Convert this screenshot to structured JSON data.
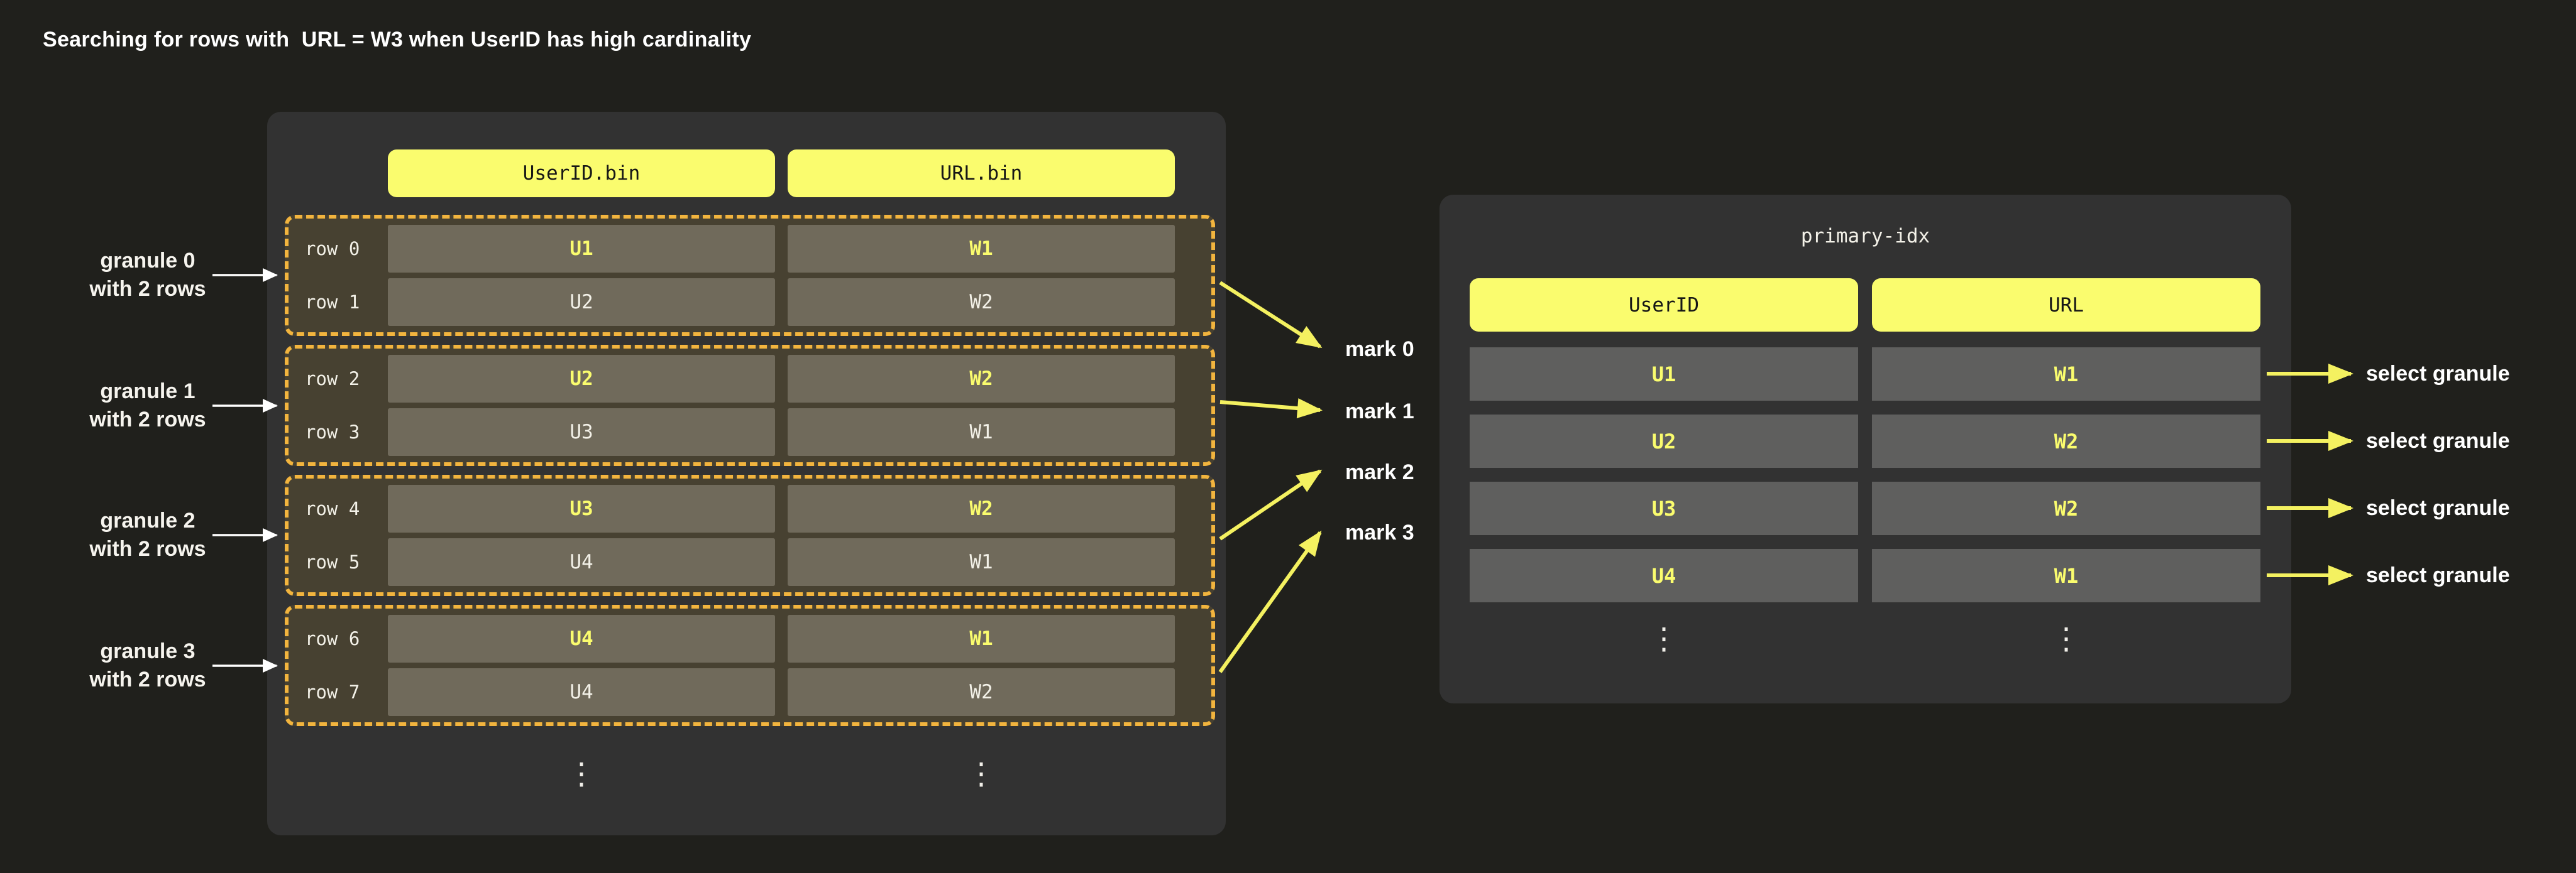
{
  "title": "Searching for rows with  URL = W3 when UserID has high cardinality",
  "colors": {
    "background": "#20201C",
    "panel": "#323232",
    "granule_fill": "#474131",
    "granule_border": "#F2B43E",
    "bin_cell": "#706A5B",
    "index_cell": "#5F5F5E",
    "accent_yellow": "#FAFC6E",
    "arrow_yellow": "#F4F160",
    "text_white": "#F3F1E8",
    "header_text": "#161616"
  },
  "bin_table": {
    "column_headers": [
      "UserID.bin",
      "URL.bin"
    ],
    "granules": [
      {
        "label_line1": "granule 0",
        "label_line2": "with 2 rows",
        "rows": [
          {
            "label": "row 0",
            "userid": "U1",
            "url": "W1"
          },
          {
            "label": "row 1",
            "userid": "U2",
            "url": "W2"
          }
        ]
      },
      {
        "label_line1": "granule 1",
        "label_line2": "with 2 rows",
        "rows": [
          {
            "label": "row 2",
            "userid": "U2",
            "url": "W2"
          },
          {
            "label": "row 3",
            "userid": "U3",
            "url": "W1"
          }
        ]
      },
      {
        "label_line1": "granule 2",
        "label_line2": "with 2 rows",
        "rows": [
          {
            "label": "row 4",
            "userid": "U3",
            "url": "W2"
          },
          {
            "label": "row 5",
            "userid": "U4",
            "url": "W1"
          }
        ]
      },
      {
        "label_line1": "granule 3",
        "label_line2": "with 2 rows",
        "rows": [
          {
            "label": "row 6",
            "userid": "U4",
            "url": "W1"
          },
          {
            "label": "row 7",
            "userid": "U4",
            "url": "W2"
          }
        ]
      }
    ],
    "ellipsis": "⋮"
  },
  "marks": [
    "mark 0",
    "mark 1",
    "mark 2",
    "mark 3"
  ],
  "primary_index": {
    "title": "primary-idx",
    "column_headers": [
      "UserID",
      "URL"
    ],
    "rows": [
      {
        "userid": "U1",
        "url": "W1"
      },
      {
        "userid": "U2",
        "url": "W2"
      },
      {
        "userid": "U3",
        "url": "W2"
      },
      {
        "userid": "U4",
        "url": "W1"
      }
    ],
    "ellipsis": "⋮",
    "action_label": "select granule"
  }
}
